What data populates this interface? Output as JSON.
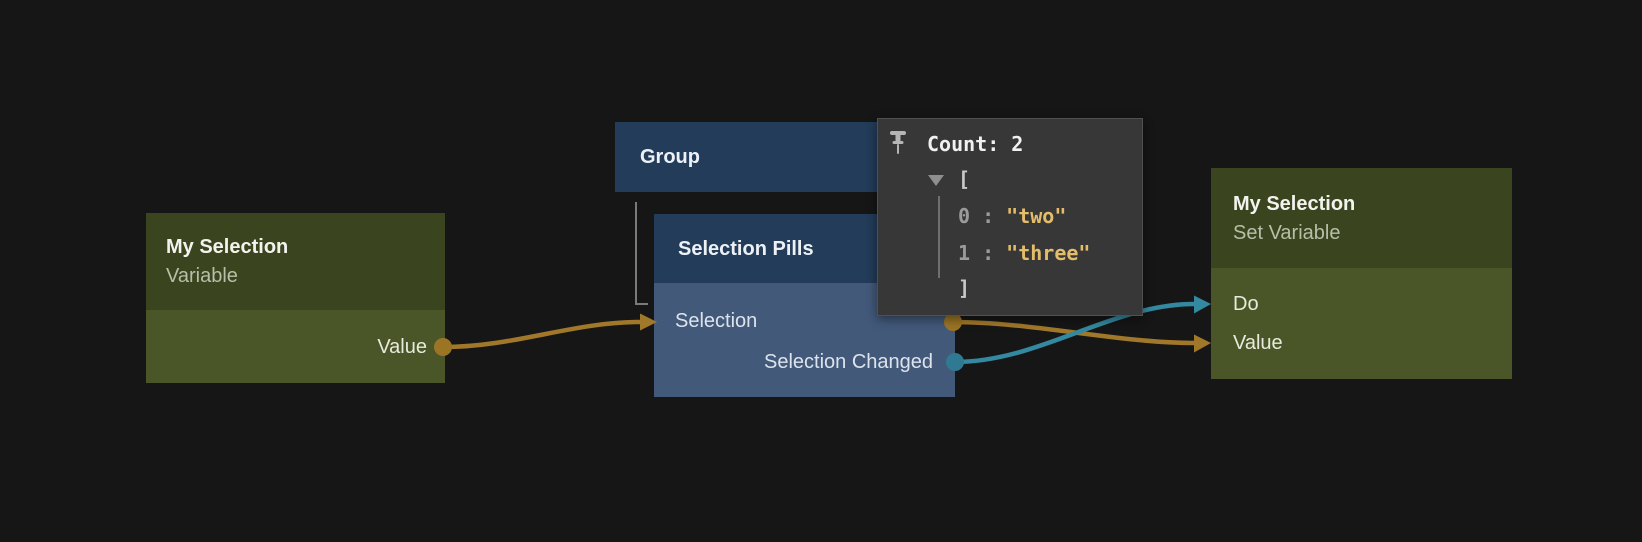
{
  "nodes": {
    "variable": {
      "title": "My Selection",
      "subtitle": "Variable",
      "ports": {
        "value_out": "Value"
      }
    },
    "group": {
      "title": "Group"
    },
    "selection_pills": {
      "title": "Selection Pills",
      "ports": {
        "selection_in": "Selection",
        "selection_changed_out": "Selection Changed"
      }
    },
    "set_variable": {
      "title": "My Selection",
      "subtitle": "Set Variable",
      "ports": {
        "do_in": "Do",
        "value_in": "Value"
      }
    }
  },
  "inspector": {
    "header": "Count: 2",
    "bracket_open": "[",
    "bracket_close": "]",
    "entries": [
      {
        "index": "0",
        "colon": " : ",
        "value": "\"two\""
      },
      {
        "index": "1",
        "colon": " : ",
        "value": "\"three\""
      }
    ],
    "icons": {
      "pin": "pushpin",
      "collapse": "triangle-down"
    }
  },
  "colors": {
    "background": "#161616",
    "node_olive_header": "#3a451f",
    "node_olive_body": "#4b5628",
    "node_blue_header": "#223c59",
    "node_blue_body": "#42597a",
    "tooltip_bg": "#373737",
    "wire_orange": "#a1782a",
    "wire_teal": "#3389a0",
    "dot_orange": "#9b7424",
    "dot_teal": "#2f7a92",
    "string_amber": "#e3bd6a"
  }
}
